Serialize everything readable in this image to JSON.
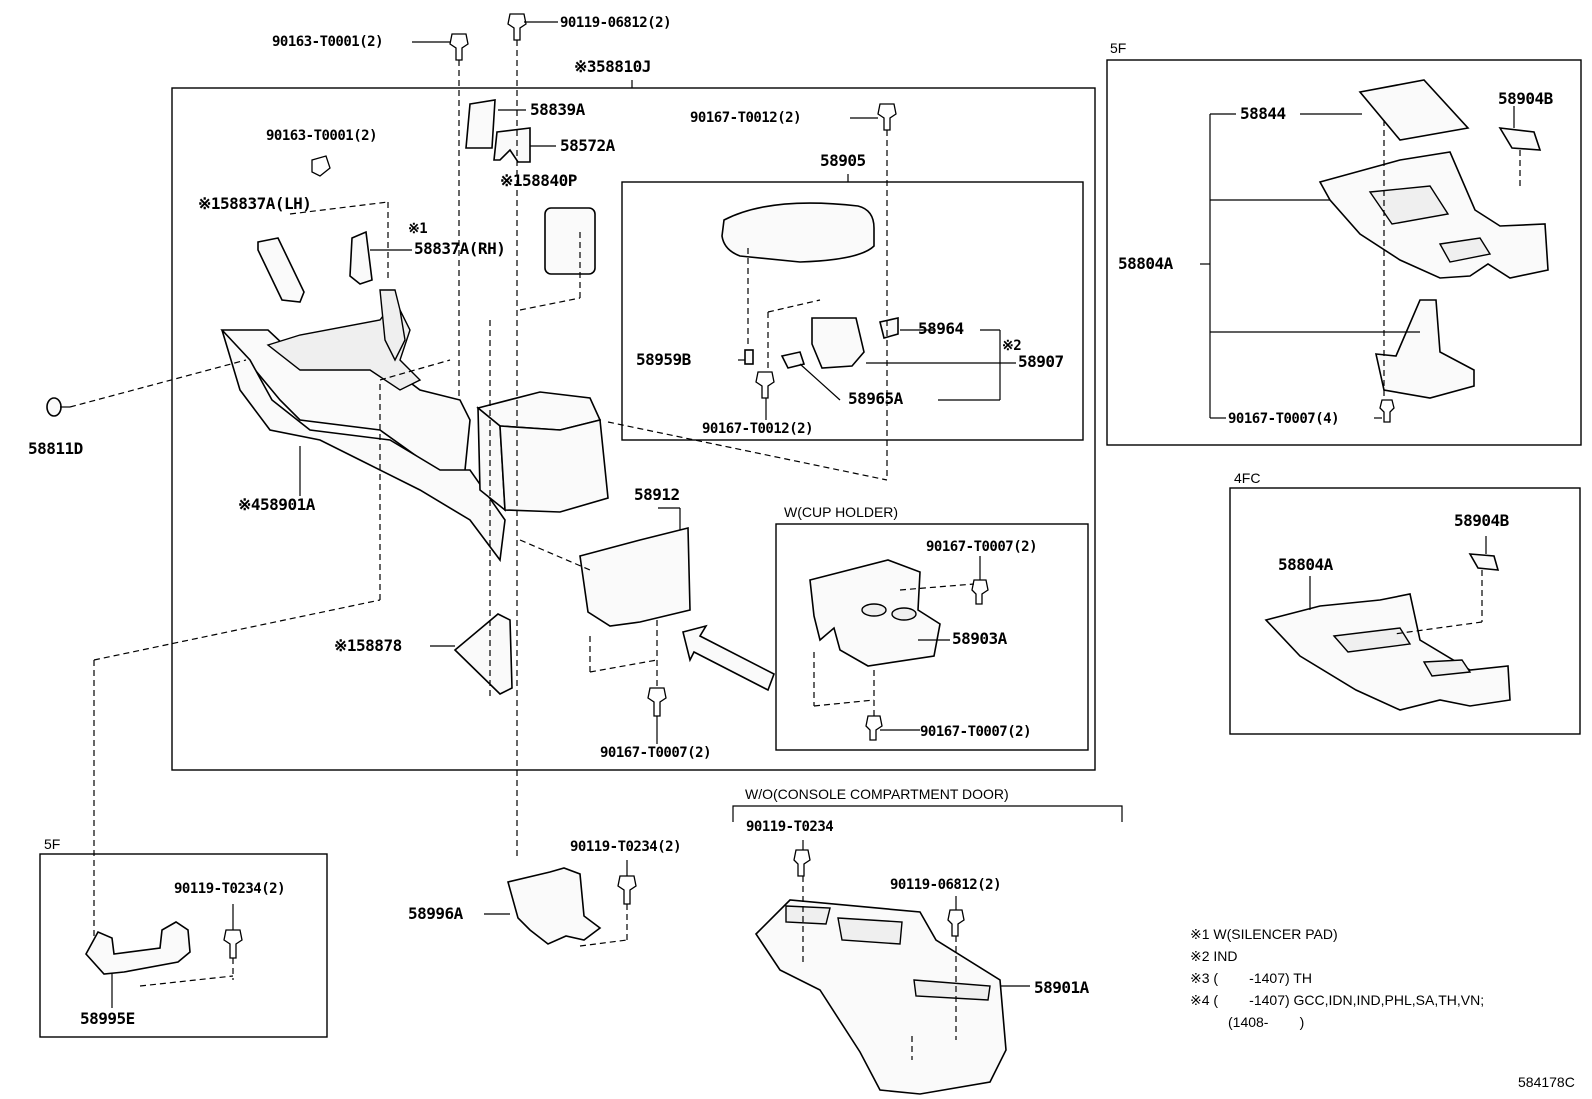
{
  "parts": {
    "p90163_top": "90163-T0001(2)",
    "p90119_top": "90119-06812(2)",
    "p58810J": "※358810J",
    "p58839A": "58839A",
    "p58572A": "58572A",
    "p90163_left": "90163-T0001(2)",
    "p58840P": "※158840P",
    "p58837A_LH": "※158837A(LH)",
    "p58837A_RH_mark": "※1",
    "p58837A_RH": "58837A(RH)",
    "p90167_T0012_top": "90167-T0012(2)",
    "p58905": "58905",
    "p58964": "58964",
    "p58907_mark": "※2",
    "p58907": "58907",
    "p58959B": "58959B",
    "p58965A": "58965A",
    "p90167_T0012_bot": "90167-T0012(2)",
    "p58811D": "58811D",
    "p58901A_main": "※458901A",
    "p58912": "58912",
    "p90167_T0007_cup_top": "90167-T0007(2)",
    "p58903A": "58903A",
    "p58878": "※158878",
    "p90167_T0007_main": "90167-T0007(2)",
    "p90167_T0007_cup_bot": "90167-T0007(2)",
    "p58844": "58844",
    "p58904B_5f": "58904B",
    "p58804A_5f": "58804A",
    "p90167_T0007_5f": "90167-T0007(4)",
    "p58904B_4fc": "58904B",
    "p58804A_4fc": "58804A",
    "p90119_T0234_center": "90119-T0234(2)",
    "p58996A": "58996A",
    "p90119_T0234_5f": "90119-T0234(2)",
    "p58995E": "58995E",
    "p90119_T0234_wo": "90119-T0234",
    "p90119_06812_wo": "90119-06812(2)",
    "p58901A_wo": "58901A"
  },
  "labels": {
    "box_5f_top": "5F",
    "box_4fc": "4FC",
    "box_cup_holder": "W(CUP HOLDER)",
    "box_wo_console": "W/O(CONSOLE COMPARTMENT DOOR)",
    "box_5f_bottom": "5F"
  },
  "notes": [
    "※1 W(SILENCER PAD)",
    "※2 IND",
    "※3 (        -1407) TH",
    "※4 (        -1407) GCC,IDN,IND,PHL,SA,TH,VN;",
    "(1408-        )"
  ],
  "figure_id": "584178C"
}
